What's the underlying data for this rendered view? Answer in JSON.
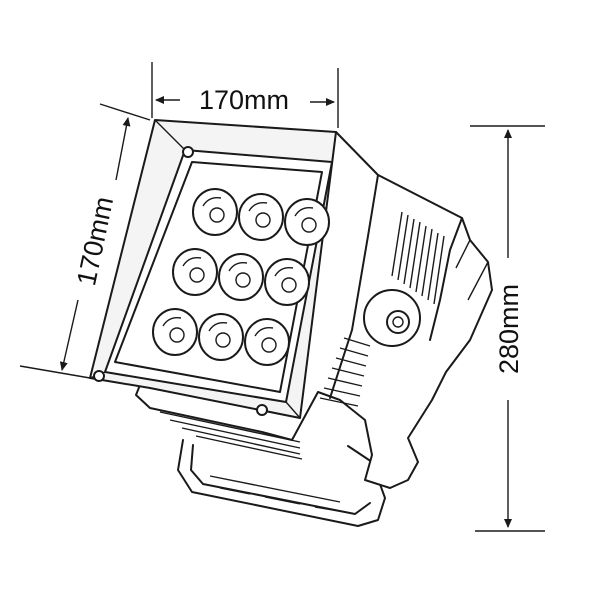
{
  "dimensions": {
    "top_width": "170mm",
    "side_width": "170mm",
    "height": "280mm"
  },
  "led_count": 9,
  "colors": {
    "line": "#1a1a1a",
    "background": "#ffffff"
  }
}
